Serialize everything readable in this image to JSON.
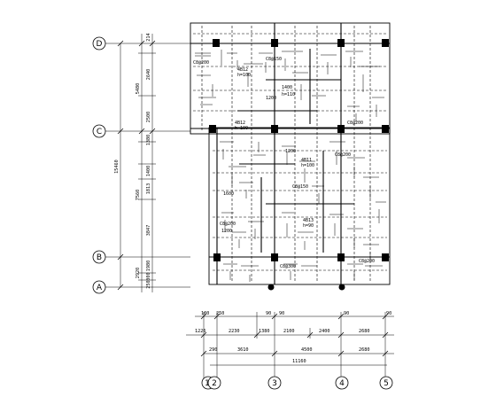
{
  "axes": {
    "rows": [
      "D",
      "C",
      "B",
      "A"
    ],
    "cols": [
      "1",
      "2",
      "3",
      "4",
      "5"
    ]
  },
  "dims_left_outer": [
    "15460",
    "5480",
    "7560",
    "2920"
  ],
  "dims_left_inner": [
    "214",
    "2640",
    "2500",
    "1380",
    "1400",
    "1813",
    "3847",
    "1980",
    "300",
    "250"
  ],
  "dims_bottom_row1": [
    "1226",
    "2230",
    "1380",
    "2100",
    "2400",
    "2680"
  ],
  "dims_bottom_row2": [
    "3610",
    "4500",
    "2680",
    "290"
  ],
  "dims_bottom_total": "11160",
  "bottom_ticks": [
    "100",
    "250",
    "90",
    "90",
    "90",
    "90"
  ],
  "slab_labels": [
    "4B12",
    "h=100",
    "C8@200",
    "C8@150",
    "1400",
    "1200",
    "h=110",
    "4B12",
    "h=100",
    "C8@200",
    "1200",
    "C8@150",
    "4B11",
    "h=100",
    "C8@200",
    "1600",
    "C8@200",
    "4B13",
    "h=90",
    "C8@300",
    "1200",
    "C8@200"
  ]
}
